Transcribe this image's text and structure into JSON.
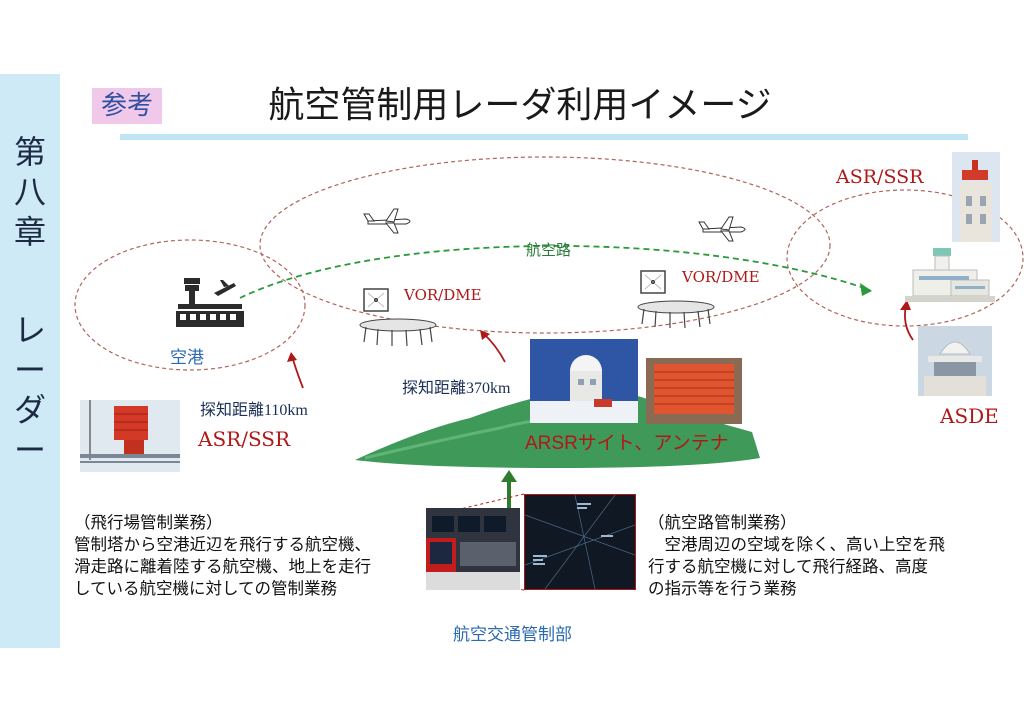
{
  "side": {
    "chapter": "第八章",
    "topic": "レーダー"
  },
  "header": {
    "tag": "参考",
    "title": "航空管制用レーダ利用イメージ"
  },
  "diagram": {
    "airway_label": "航空路",
    "airport_label": "空港",
    "vor_dme_left": "VOR/DME",
    "vor_dme_right": "VOR/DME",
    "asr_ssr_top": "ASR/SSR",
    "asr_ssr_bottom": "ASR/SSR",
    "range_110": "探知距離110km",
    "range_370": "探知距離370km",
    "arsr_label": "ARSRサイト、アンテナ",
    "asde_label": "ASDE",
    "atc_dept": "航空交通管制部"
  },
  "left_desc": {
    "heading": "（飛行場管制業務）",
    "lines": [
      "管制塔から空港近辺を飛行する航空機、",
      "滑走路に離着陸する航空機、地上を走行",
      "している航空機に対しての管制業務"
    ]
  },
  "right_desc": {
    "heading": "（航空路管制業務）",
    "lines": [
      "　空港周辺の空域を除く、高い上空を飛",
      "行する航空機に対して飛行経路、高度",
      "の指示等を行う業務"
    ]
  },
  "colors": {
    "side_band": "#cdeaf6",
    "accent_red": "#b01818",
    "route_green": "#2a9a3a",
    "label_blue": "#2a6ab0"
  }
}
